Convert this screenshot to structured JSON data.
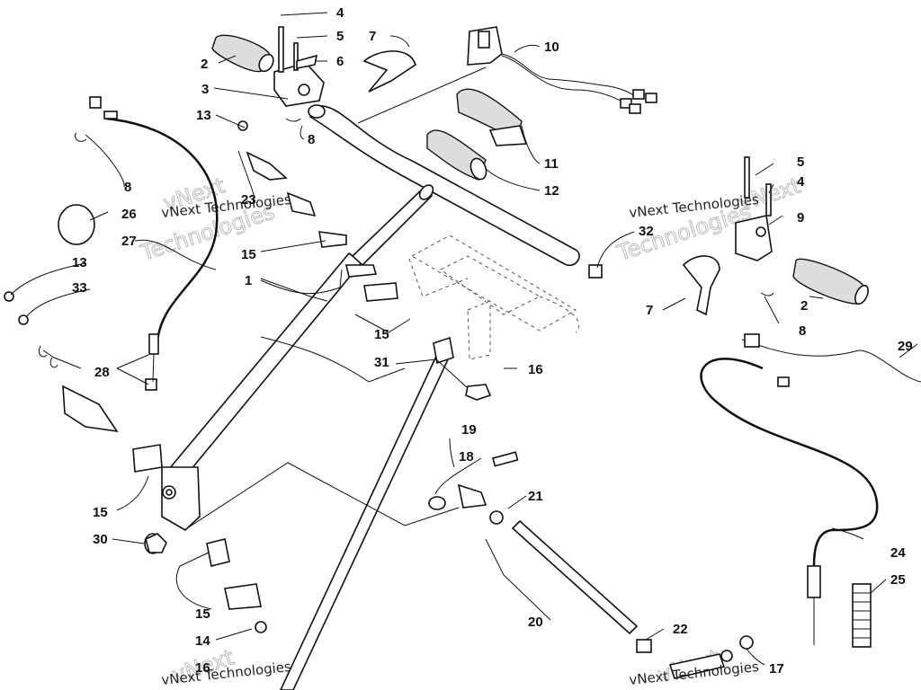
{
  "callouts": {
    "c1": "1",
    "c2a": "2",
    "c2b": "2",
    "c3": "3",
    "c4a": "4",
    "c4b": "4",
    "c5a": "5",
    "c5b": "5",
    "c6": "6",
    "c7a": "7",
    "c7b": "7",
    "c8a": "8",
    "c8b": "8",
    "c8c": "8",
    "c9": "9",
    "c10": "10",
    "c11": "11",
    "c12": "12",
    "c13a": "13",
    "c13b": "13",
    "c14": "14",
    "c15a": "15",
    "c15b": "15",
    "c15c": "15",
    "c15d": "15",
    "c16a": "16",
    "c16b": "16",
    "c17": "17",
    "c18": "18",
    "c19": "19",
    "c20": "20",
    "c21": "21",
    "c22": "22",
    "c23": "23",
    "c24": "24",
    "c25": "25",
    "c26": "26",
    "c27": "27",
    "c28": "28",
    "c29": "29",
    "c30": "30",
    "c31": "31",
    "c32": "32",
    "c33": "33"
  },
  "watermark": {
    "company": "vNext Technologies",
    "word1": "vNext",
    "word2": "Technologies"
  }
}
